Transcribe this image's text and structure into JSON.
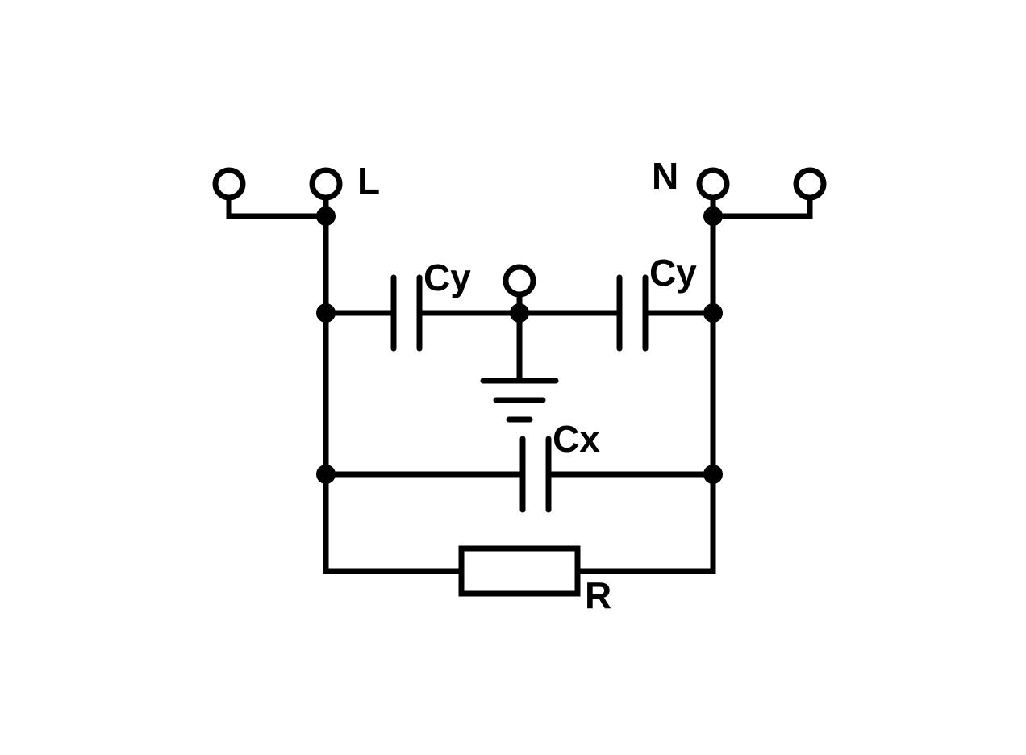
{
  "labels": {
    "line": "L",
    "neutral": "N",
    "cy_left": "Cy",
    "cy_right": "Cy",
    "cx": "Cx",
    "resistor": "R"
  }
}
